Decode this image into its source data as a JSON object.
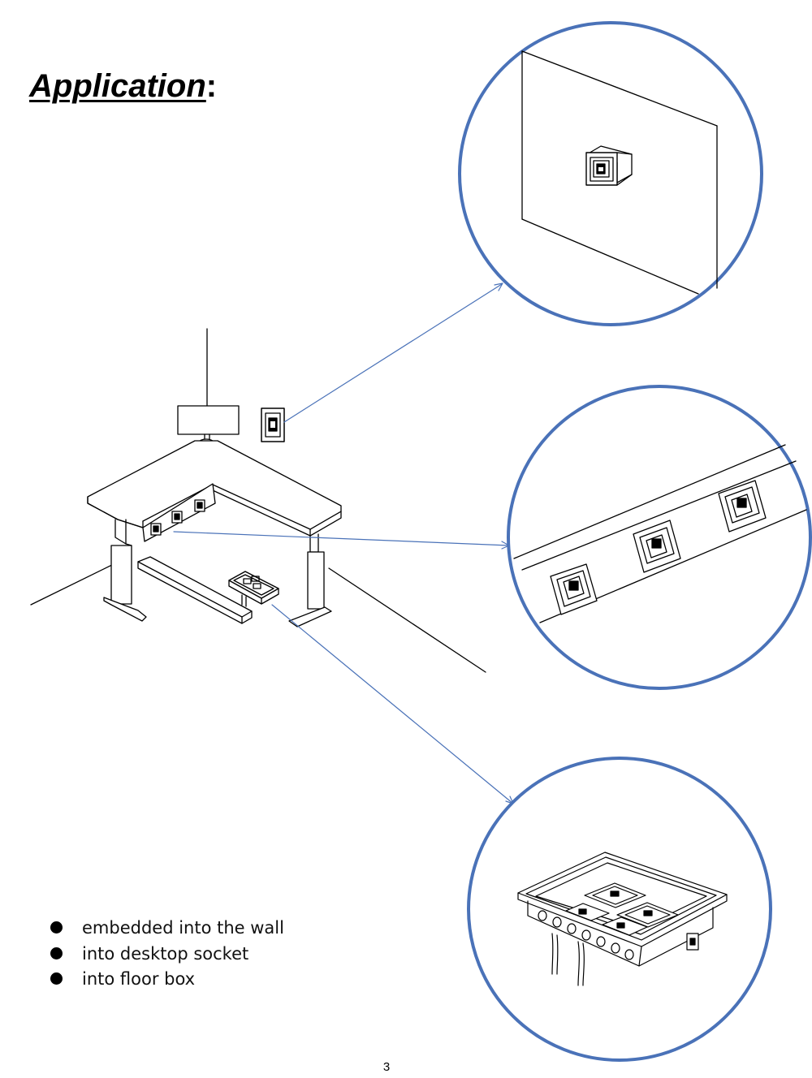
{
  "heading": {
    "word": "Application",
    "colon": ":"
  },
  "applications": [
    {
      "label": "embedded into the wall"
    },
    {
      "label": "into desktop socket"
    },
    {
      "label": "into floor box"
    }
  ],
  "page_number": "3",
  "colors": {
    "circle_stroke": "#4a72b8",
    "leader_line": "#4a72b8",
    "drawing_line": "#000000"
  },
  "icons": {
    "callout_wall": "wall-mounted-socket-detail",
    "callout_desk": "desktop-socket-strip-detail",
    "callout_floor": "floor-box-detail"
  }
}
